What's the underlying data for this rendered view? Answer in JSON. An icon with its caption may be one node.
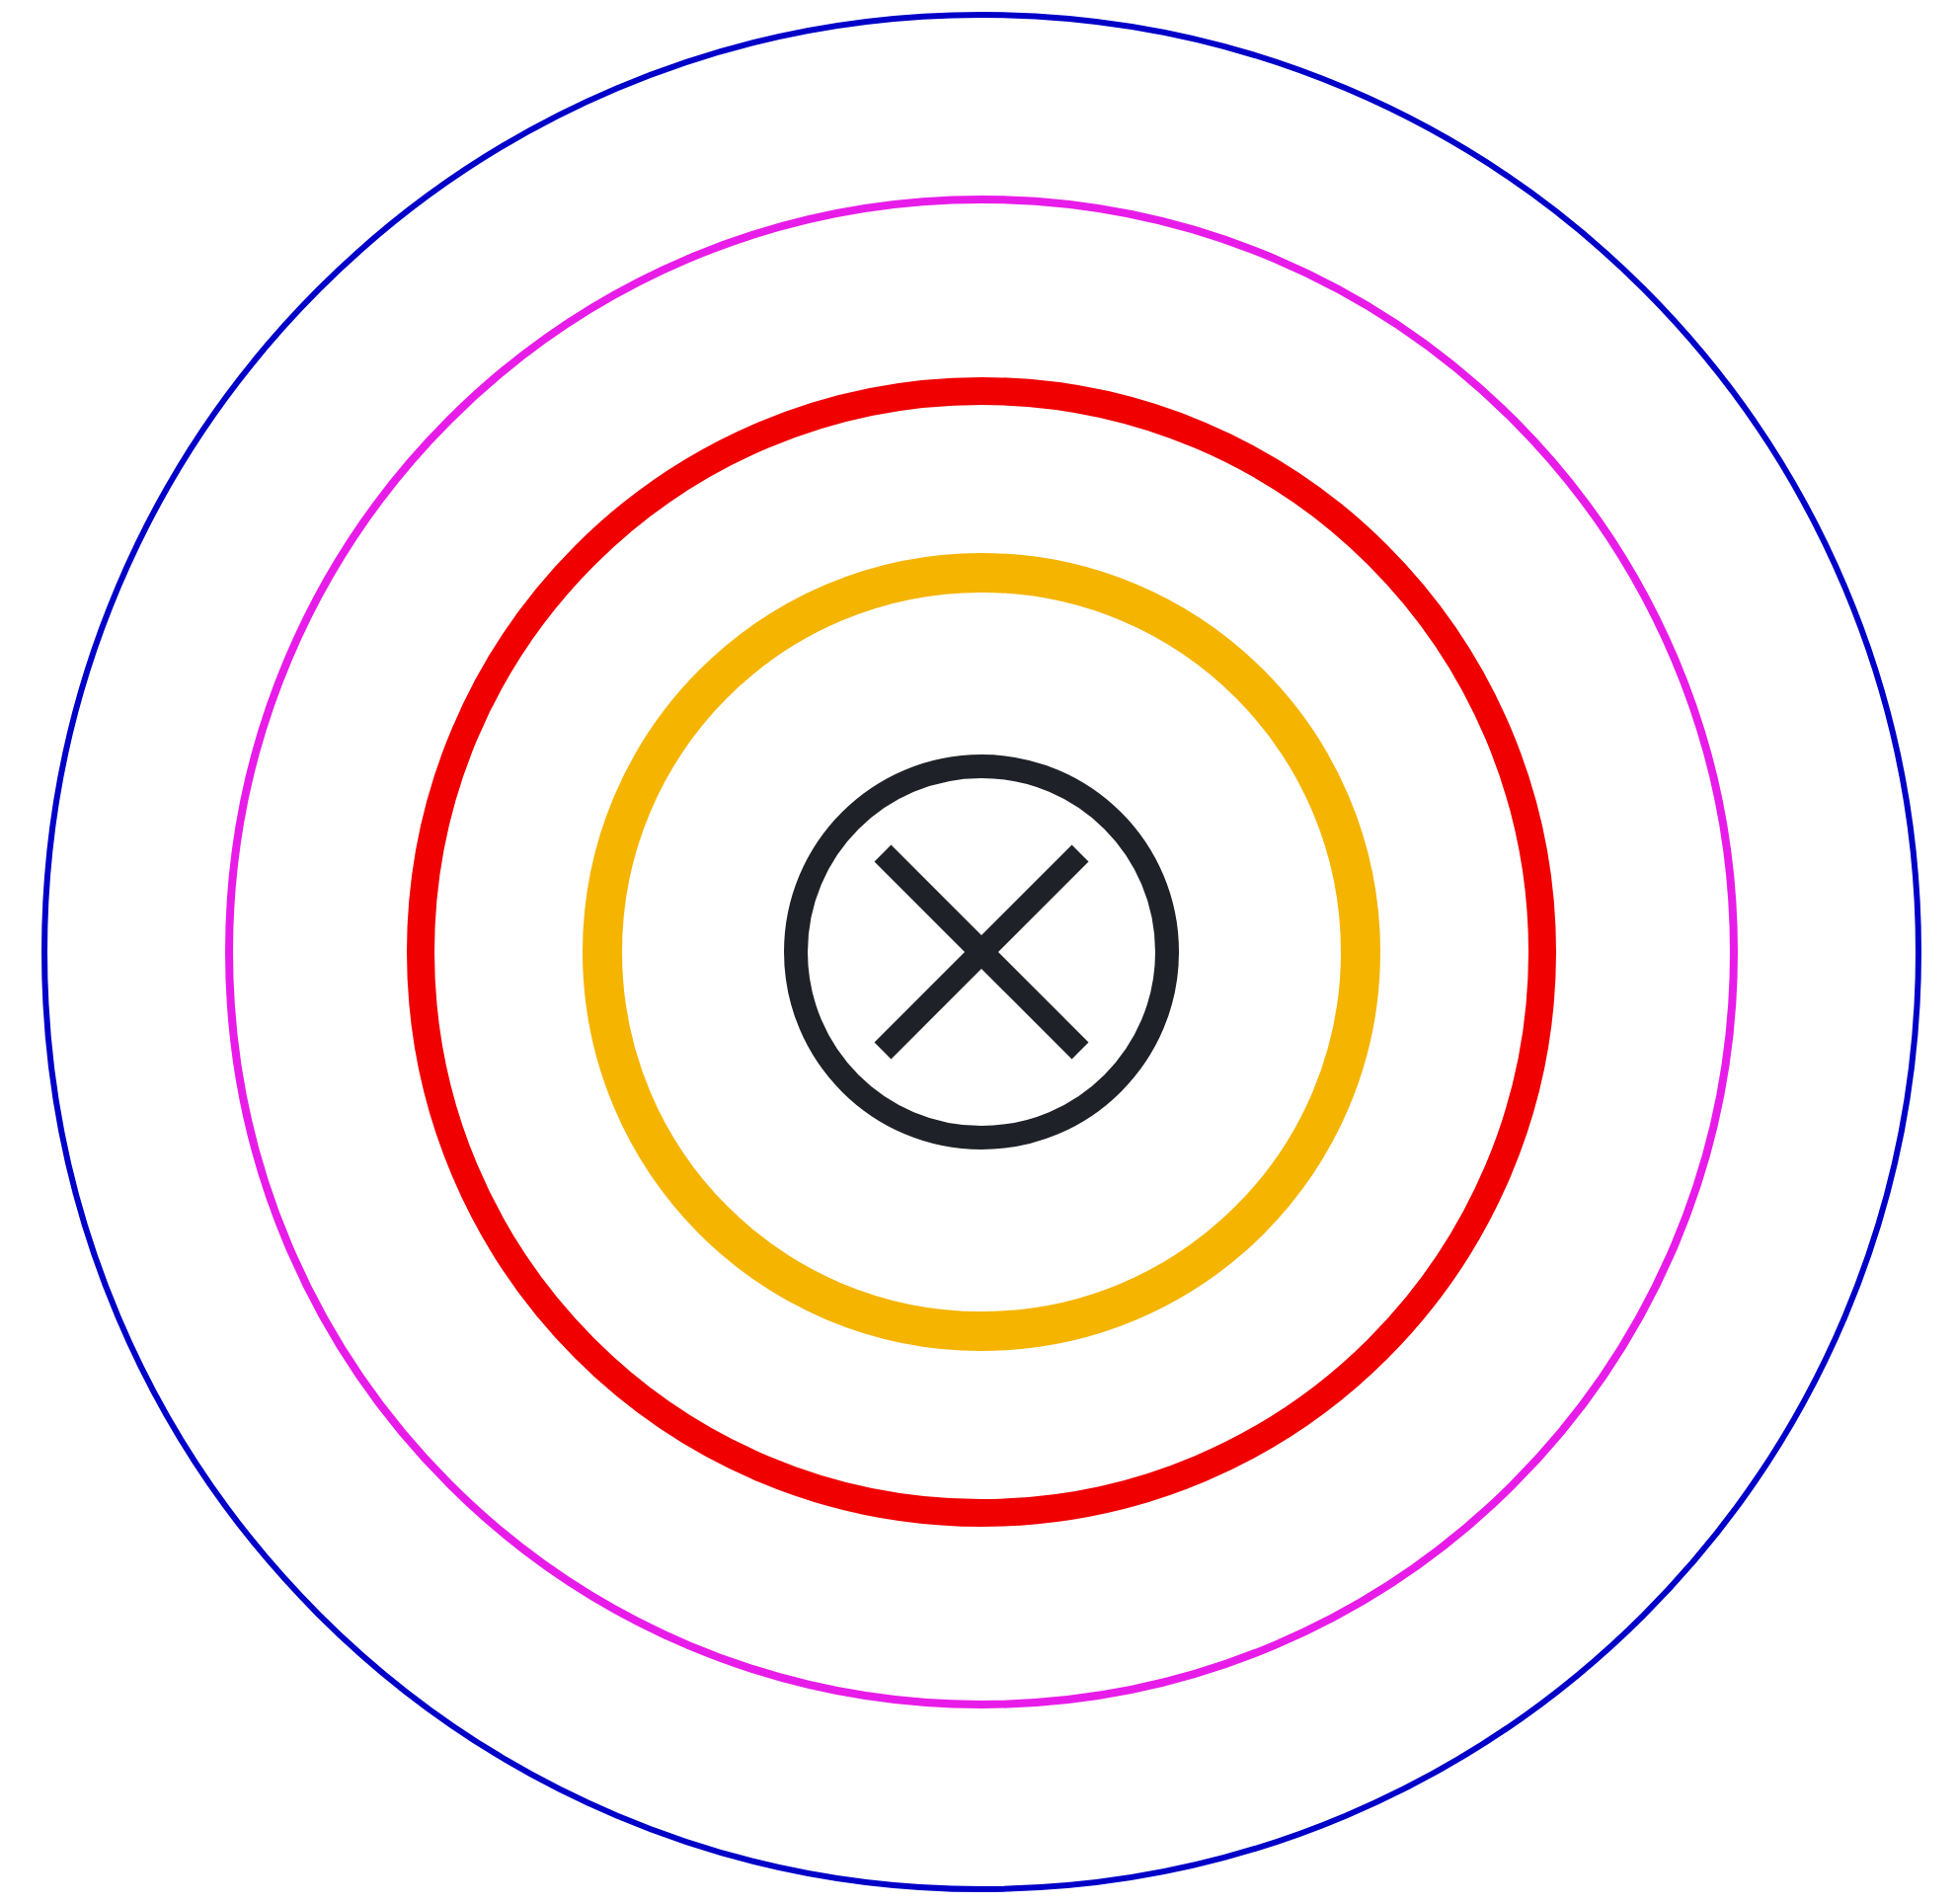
{
  "diagram": {
    "nodes": [
      {
        "text": [],
        "shape": "circle"
      },
      {
        "text": [],
        "shape": "circle",
        "in": 0
      },
      {
        "text": [],
        "shape": "circle",
        "in": 1
      },
      {
        "text": [],
        "shape": "circle",
        "in": 2
      },
      {
        "text": [],
        "shape": "circle",
        "in": 3
      }
    ]
  }
}
